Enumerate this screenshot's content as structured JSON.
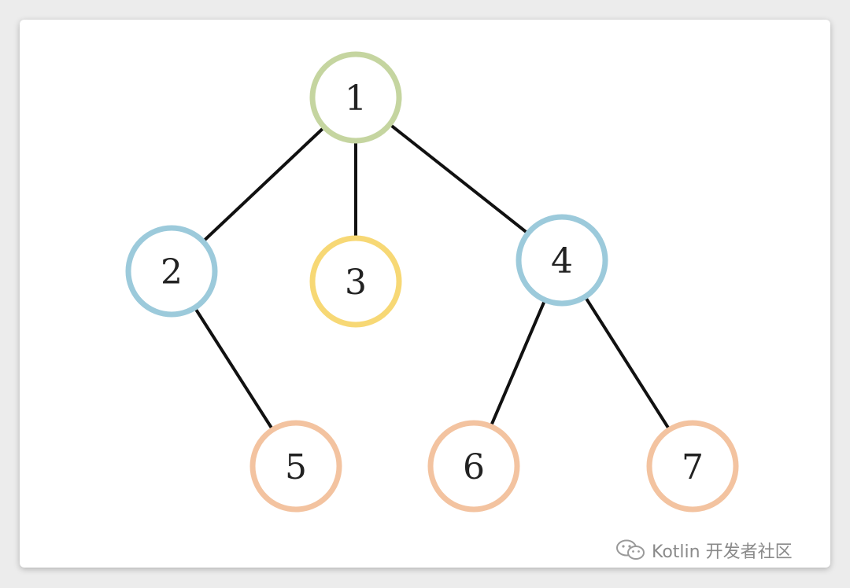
{
  "diagram": {
    "nodes": [
      {
        "id": "1",
        "label": "1",
        "color": "#c5d5a0"
      },
      {
        "id": "2",
        "label": "2",
        "color": "#9ccadb"
      },
      {
        "id": "3",
        "label": "3",
        "color": "#f7d875"
      },
      {
        "id": "4",
        "label": "4",
        "color": "#9ccadb"
      },
      {
        "id": "5",
        "label": "5",
        "color": "#f3c3a0"
      },
      {
        "id": "6",
        "label": "6",
        "color": "#f3c3a0"
      },
      {
        "id": "7",
        "label": "7",
        "color": "#f3c3a0"
      }
    ],
    "edges": [
      {
        "from": "1",
        "to": "2"
      },
      {
        "from": "1",
        "to": "3"
      },
      {
        "from": "1",
        "to": "4"
      },
      {
        "from": "2",
        "to": "5"
      },
      {
        "from": "4",
        "to": "6"
      },
      {
        "from": "4",
        "to": "7"
      }
    ],
    "edge_color": "#111111"
  },
  "watermark": {
    "text": "Kotlin 开发者社区",
    "icon": "wechat-icon"
  }
}
